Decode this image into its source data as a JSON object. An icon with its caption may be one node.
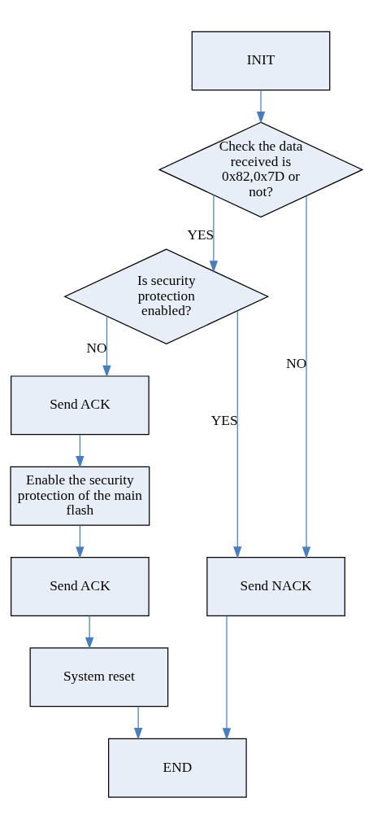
{
  "diagram": {
    "nodes": [
      {
        "text": [
          "INIT"
        ]
      },
      {
        "text": [
          "Check the data received is 0x82,0x7D or not?"
        ]
      },
      {
        "text": [
          "Is security protection enabled?"
        ]
      },
      {
        "text": [
          "Send ACK"
        ]
      },
      {
        "text": [
          "Enable the security protection of the main flash"
        ]
      },
      {
        "text": [
          "Send ACK"
        ]
      },
      {
        "text": [
          "System reset"
        ]
      },
      {
        "text": [
          "Send NACK"
        ]
      },
      {
        "text": [
          "END"
        ]
      }
    ],
    "edges": [
      {
        "from": 0,
        "to": 1,
        "arrow": "to"
      },
      {
        "from": 1,
        "to": 2,
        "arrow": "to",
        "label": "YES"
      },
      {
        "from": 1,
        "to": 7,
        "arrow": "to",
        "label": "NO"
      },
      {
        "from": 2,
        "to": 7,
        "arrow": "to",
        "label": "YES"
      },
      {
        "from": 2,
        "to": 3,
        "arrow": "to",
        "label": "NO"
      },
      {
        "from": 3,
        "to": 4,
        "arrow": "to"
      },
      {
        "from": 4,
        "to": 5,
        "arrow": "to"
      },
      {
        "from": 5,
        "to": 6,
        "arrow": "to"
      },
      {
        "from": 6,
        "to": 8,
        "arrow": "to"
      },
      {
        "from": 7,
        "to": 8,
        "arrow": "to"
      }
    ]
  }
}
